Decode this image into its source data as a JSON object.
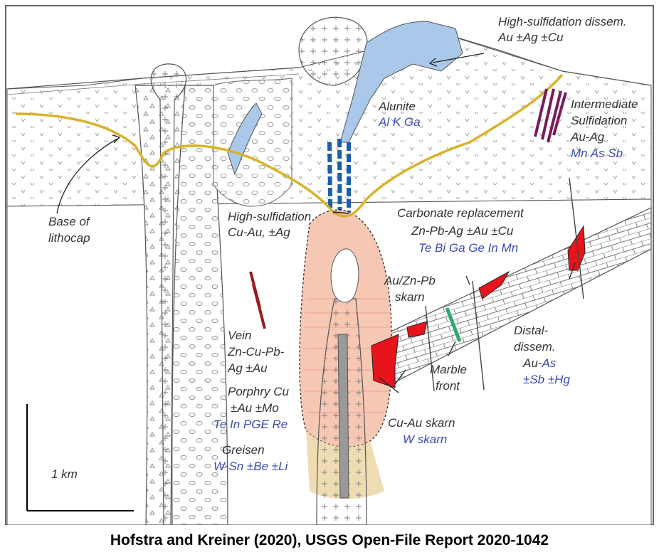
{
  "labels": {
    "hs_dissem_1": "High-sulfidation dissem.",
    "hs_dissem_2": "Au ±Ag ±Cu",
    "alunite": "Alunite",
    "alunite_elements": "Al K Ga",
    "intermediate_1": "Intermediate",
    "intermediate_2": "Sulfidation",
    "intermediate_3": "Au-Ag",
    "intermediate_elements": "Mn As Sb",
    "lithocap_1": "Base of",
    "lithocap_2": "lithocap",
    "hs_cuau_1": "High-sulfidation",
    "hs_cuau_2": "Cu-Au, ±Ag",
    "carbonate_1": "Carbonate replacement",
    "carbonate_2": "Zn-Pb-Ag ±Au ±Cu",
    "carbonate_elements": "Te Bi Ga Ge In Mn",
    "auznpb_1": "Au/Zn-Pb",
    "auznpb_2": "skarn",
    "vein_1": "Vein",
    "vein_2": "Zn-Cu-Pb-",
    "vein_3": "Ag ±Au",
    "porphyry_1": "Porphry Cu",
    "porphyry_2": "±Au ±Mo",
    "porphyry_elements": "Te In PGE Re",
    "greisen": "Greisen",
    "greisen_elements": "W-Sn ±Be ±Li",
    "marble_1": "Marble",
    "marble_2": "front",
    "distal_1": "Distal-",
    "distal_2": "dissem.",
    "distal_3a": "Au-",
    "distal_3b": "As",
    "distal_4": "±Sb ±Hg",
    "cuau_skarn": "Cu-Au skarn",
    "w_skarn": "W skarn",
    "scale": "1 km"
  },
  "caption": "Hofstra and Kreiner (2020), USGS Open-File Report 2020-1042",
  "colors": {
    "lithocap_line": "#d9b22a",
    "alunite_blue": "#a9c8ea",
    "porphyry_pink": "#f6c7b3",
    "greisen_tan": "#ecd6a6",
    "skarn_red": "#e8141b",
    "vein_red": "#9c1a1f",
    "intermediate_purple": "#7a1b5c",
    "marble_green": "#2eaa6a",
    "element_blue": "#3b4bb8"
  }
}
